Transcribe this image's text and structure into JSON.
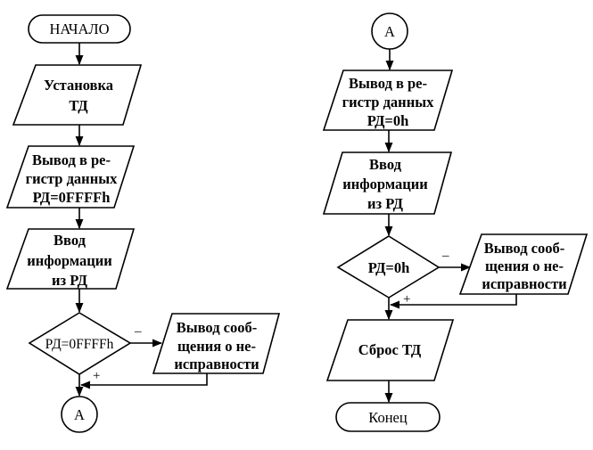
{
  "left_flow": {
    "start": "НАЧАЛО",
    "set_timer": [
      "Установка",
      "ТД"
    ],
    "write_register": [
      "Вывод в ре-",
      "гистр данных",
      "РД=0FFFFh"
    ],
    "read_register": [
      "Ввод",
      "информации",
      "из РД"
    ],
    "decision": "РД=0FFFFh",
    "error_message": [
      "Вывод сооб-",
      "щения о не-",
      "исправности"
    ],
    "connector": "А",
    "no_label": "–",
    "yes_label": "+"
  },
  "right_flow": {
    "connector": "А",
    "write_register": [
      "Вывод в ре-",
      "гистр данных",
      "РД=0h"
    ],
    "read_register": [
      "Ввод",
      "информации",
      "из РД"
    ],
    "decision": "РД=0h",
    "error_message": [
      "Вывод сооб-",
      "щения о не-",
      "исправности"
    ],
    "reset_timer": "Сброс ТД",
    "end": "Конец",
    "no_label": "–",
    "yes_label": "+"
  }
}
